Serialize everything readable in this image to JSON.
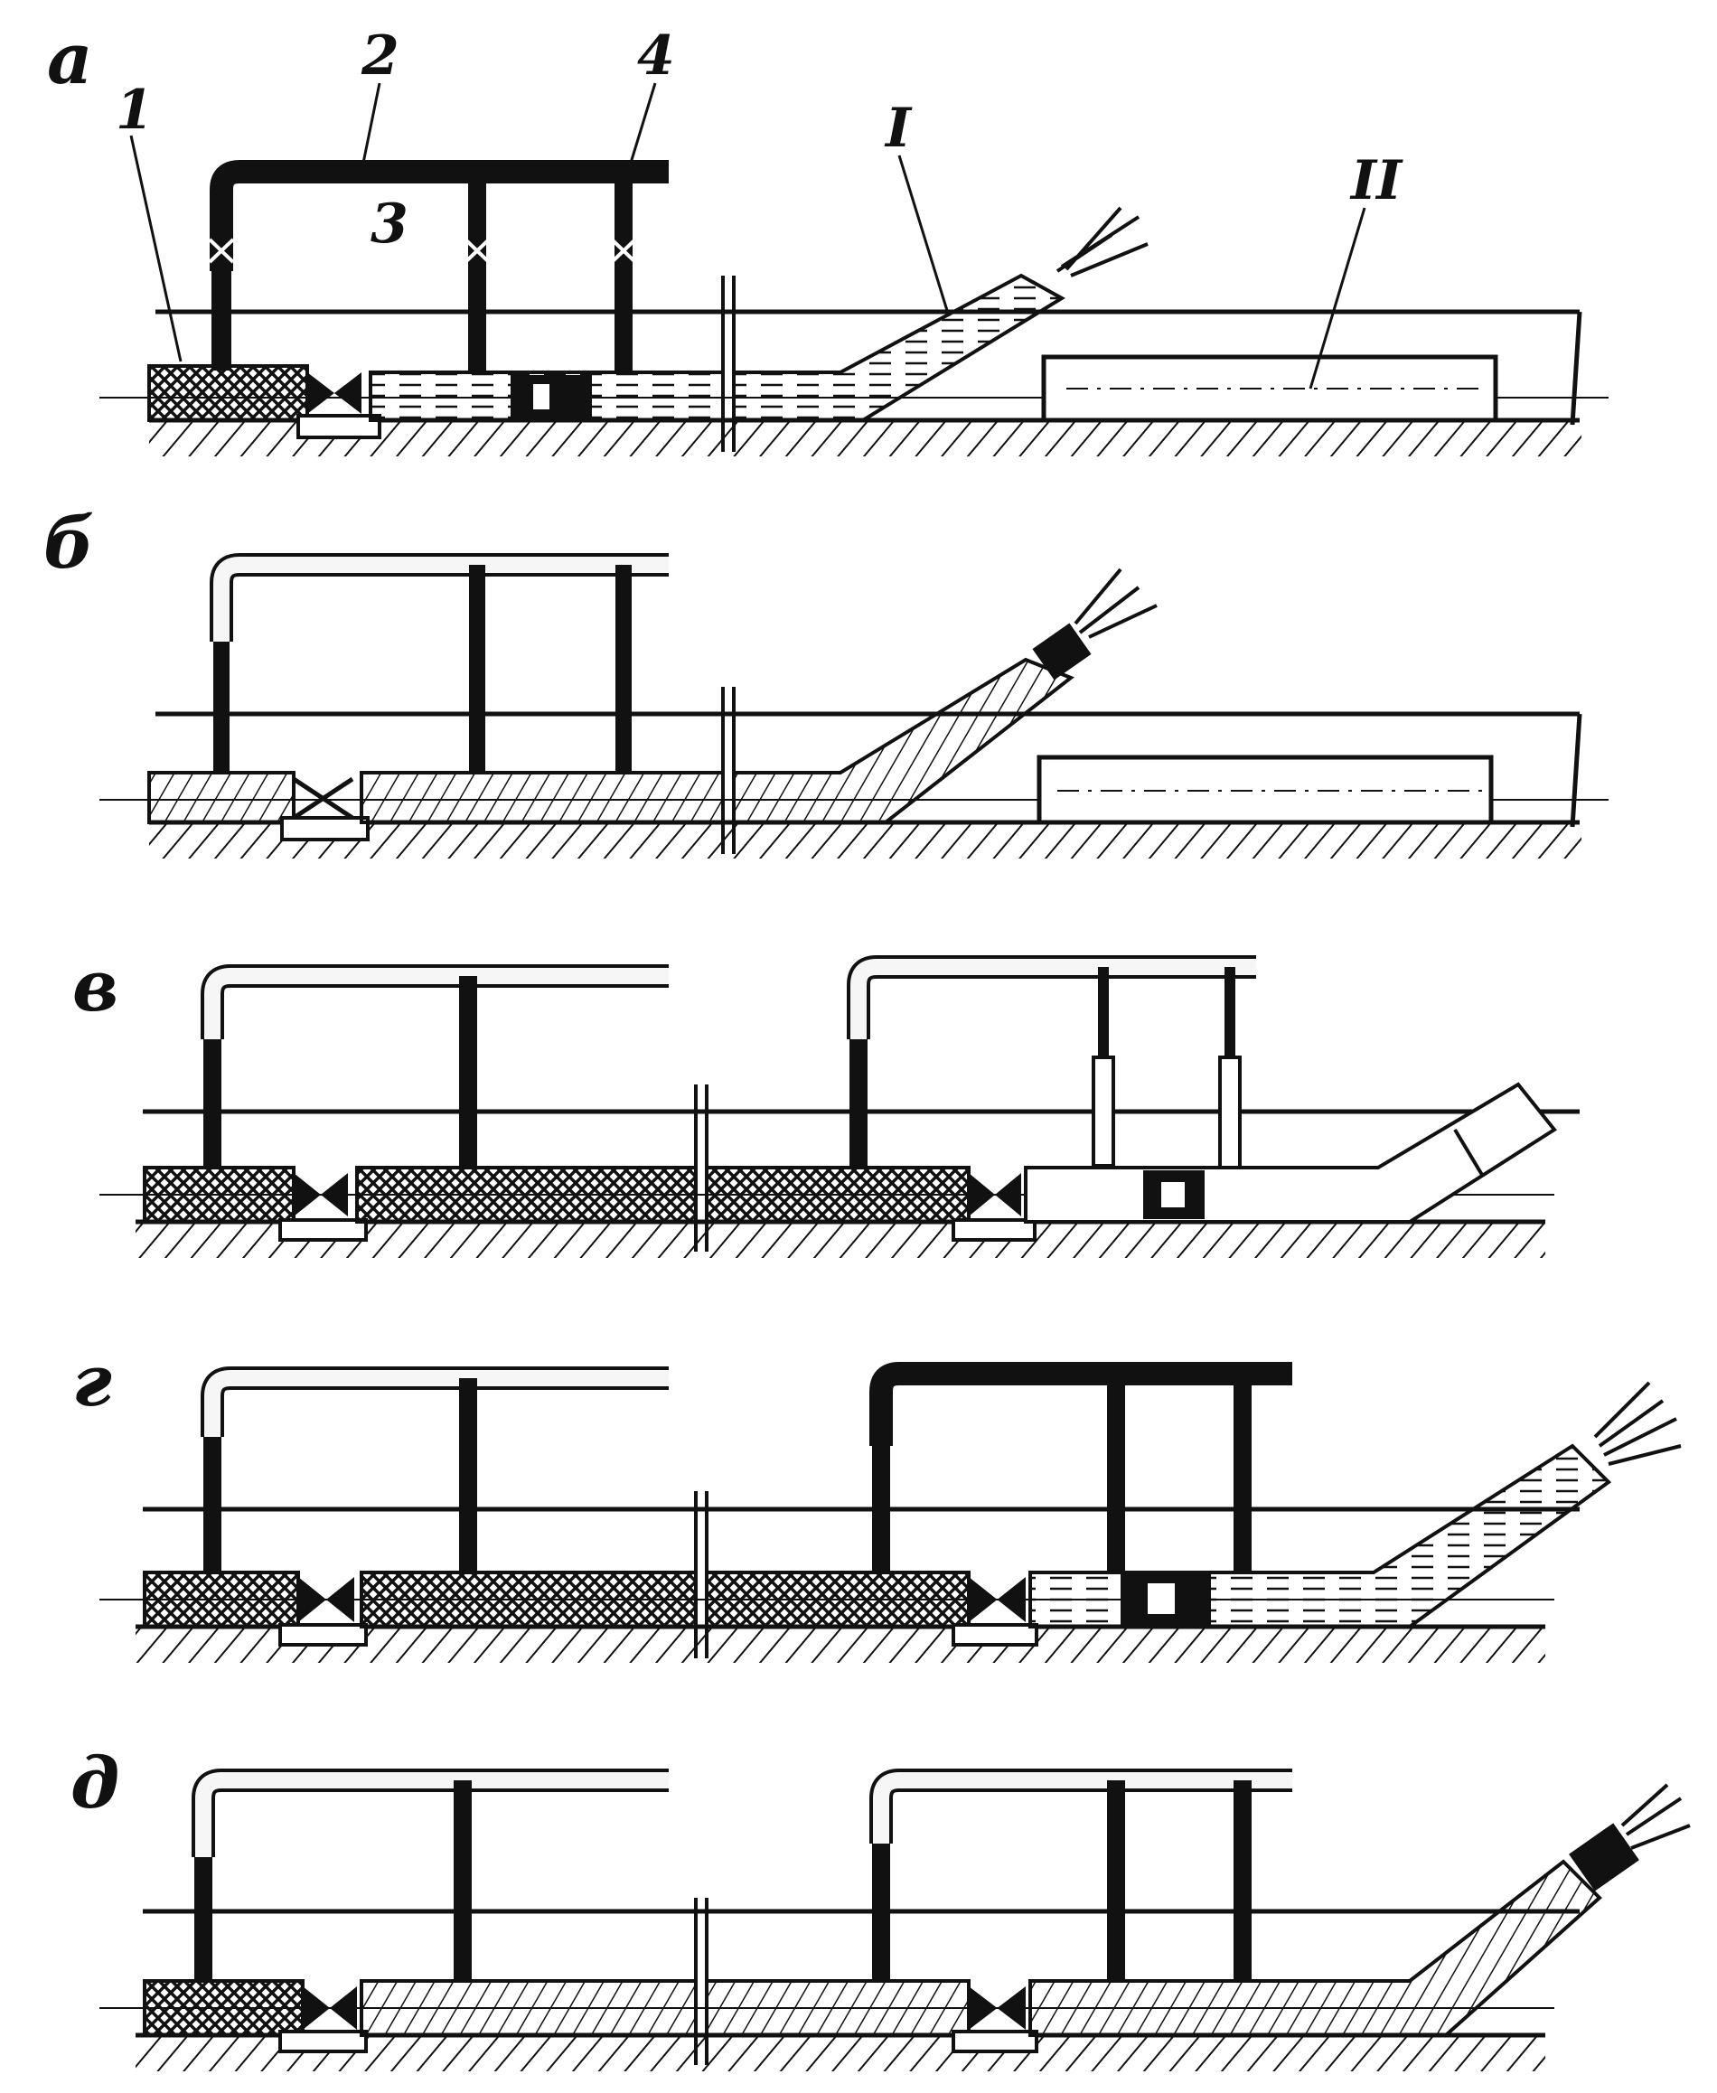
{
  "figure": {
    "colors": {
      "ink": "#111111",
      "paper": "#ffffff",
      "pipe_fill": "#f6f6f6"
    },
    "panels": [
      {
        "label": "а",
        "parts": [
          {
            "num": "1"
          },
          {
            "num": "2"
          },
          {
            "num": "3"
          },
          {
            "num": "4"
          },
          {
            "num": "I"
          },
          {
            "num": "II"
          }
        ]
      },
      {
        "label": "б"
      },
      {
        "label": "в"
      },
      {
        "label": "г"
      },
      {
        "label": "д"
      }
    ]
  }
}
